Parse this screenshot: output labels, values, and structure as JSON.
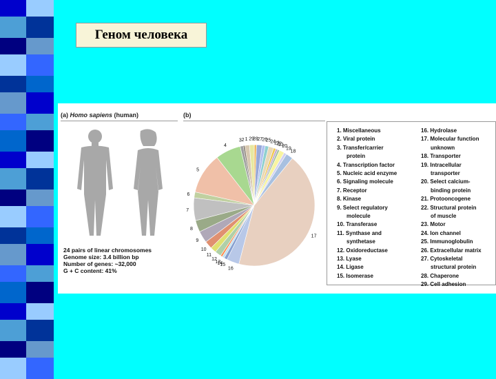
{
  "slide": {
    "title": "Геном человека",
    "background_color": "#00ffff"
  },
  "figure": {
    "panel_a": {
      "label": "(a)",
      "species": "Homo sapiens",
      "species_common": "(human)",
      "stats": [
        "24 pairs of linear chromosomes",
        "Genome size: 3.4 billion bp",
        "Number of genes: ~32,000",
        "G + C content: 41%"
      ]
    },
    "panel_b": {
      "label": "(b)",
      "legend_left": [
        "1. Miscellaneous",
        "2. Viral protein",
        "3. Transfer/carrier",
        "protein",
        "4. Transcription factor",
        "5. Nucleic acid enzyme",
        "6. Signaling molecule",
        "7. Receptor",
        "8. Kinase",
        "9. Select regulatory",
        "molecule",
        "10. Transferase",
        "11. Synthase and",
        "synthetase",
        "12. Oxidoreductase",
        "13. Lyase",
        "14. Ligase",
        "15. Isomerase"
      ],
      "legend_right": [
        "16. Hydrolase",
        "17. Molecular function",
        "unknown",
        "18. Transporter",
        "19. Intracellular",
        "transporter",
        "20. Select calcium-",
        "binding protein",
        "21. Protooncogene",
        "22. Structural protein",
        "of muscle",
        "23. Motor",
        "24. Ion channel",
        "25. Immunoglobulin",
        "26. Extracellular matrix",
        "27. Cytoskeletal",
        "structural protein",
        "28. Chaperone",
        "29. Cell adhesion"
      ]
    }
  },
  "chart_data": {
    "type": "pie",
    "categories": [
      "1",
      "2",
      "3",
      "4",
      "5",
      "6",
      "7",
      "8",
      "9",
      "10",
      "11",
      "12",
      "13",
      "14",
      "15",
      "16",
      "17",
      "18",
      "19",
      "20",
      "21",
      "22",
      "23",
      "24",
      "25",
      "26",
      "27",
      "28",
      "29"
    ],
    "values": [
      1.2,
      0.4,
      0.8,
      6.5,
      10.5,
      1.5,
      5.8,
      3.0,
      3.0,
      2.0,
      1.5,
      1.6,
      0.5,
      0.6,
      0.8,
      3.2,
      41.5,
      1.8,
      0.7,
      1.3,
      0.5,
      0.5,
      0.6,
      1.3,
      0.9,
      0.8,
      1.4,
      0.6,
      1.2
    ],
    "colors": [
      "#d8c8b0",
      "#7a6e60",
      "#a0a0a0",
      "#a8d890",
      "#f0c0a8",
      "#c0d0a0",
      "#c0c0c0",
      "#9aaa88",
      "#b0a8b8",
      "#e09070",
      "#e0e070",
      "#b0d0a8",
      "#ff8c50",
      "#c0e0f0",
      "#88a0d0",
      "#b8c8e8",
      "#e8d0c0",
      "#a8c0e0",
      "#d0d0f0",
      "#f8f4a0",
      "#a0c0a0",
      "#c0a8d0",
      "#f0c850",
      "#e8d8b8",
      "#90d0d0",
      "#b0c0f0",
      "#98a8d8",
      "#f0b860",
      "#e8e8a0"
    ]
  }
}
